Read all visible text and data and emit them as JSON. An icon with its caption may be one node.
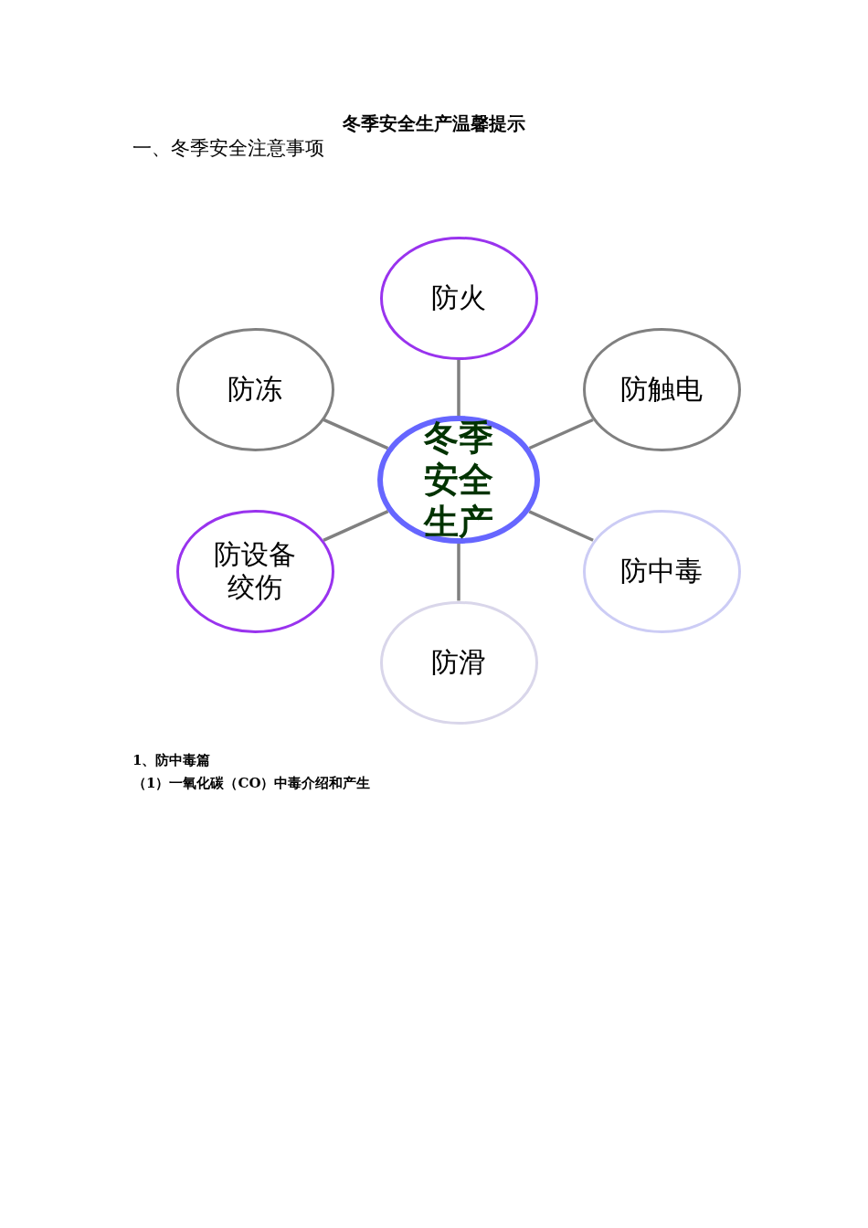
{
  "diagram": {
    "title": "冬季安全生产温馨提示",
    "nodes": [
      {
        "text": [
          "冬季安全生产"
        ]
      },
      {
        "text": [
          "防火"
        ]
      },
      {
        "text": [
          "防冻"
        ]
      },
      {
        "text": [
          "防触电"
        ]
      },
      {
        "text": [
          "防设备绞伤"
        ]
      },
      {
        "text": [
          "防中毒"
        ]
      },
      {
        "text": [
          "防滑"
        ]
      }
    ],
    "edges": [
      {
        "from": 0,
        "to": 1,
        "arrow": "none"
      },
      {
        "from": 0,
        "to": 2,
        "arrow": "none"
      },
      {
        "from": 0,
        "to": 3,
        "arrow": "none"
      },
      {
        "from": 0,
        "to": 4,
        "arrow": "none"
      },
      {
        "from": 0,
        "to": 5,
        "arrow": "none"
      },
      {
        "from": 0,
        "to": 6,
        "arrow": "none"
      }
    ],
    "labels": [
      "一、冬季安全注意事项",
      "1、防中毒篇",
      "（1）一氧化碳（CO）中毒介绍和产生"
    ]
  }
}
